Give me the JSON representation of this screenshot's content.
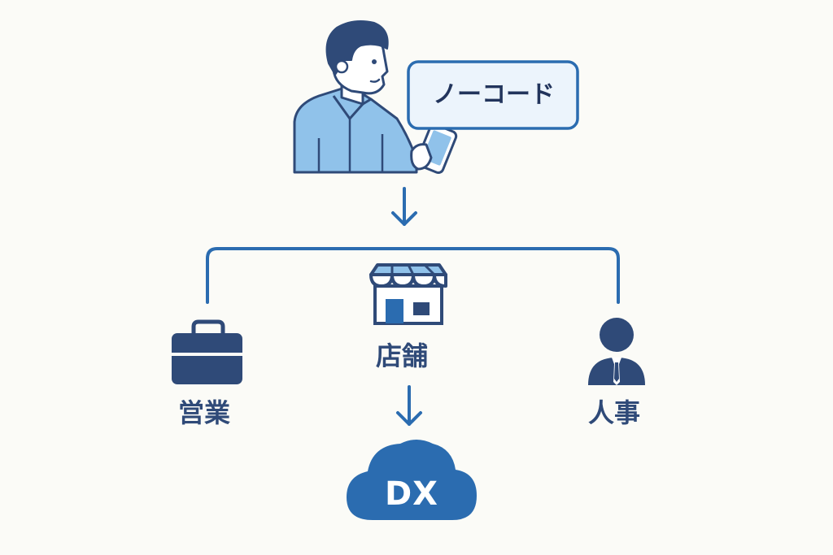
{
  "colors": {
    "background": "#fbfbf7",
    "line": "#2b6cb0",
    "navy": "#2f4a78",
    "shirt": "#90c2ea",
    "cloud": "#2b6cb0",
    "bubble_fill": "#ecf4fc"
  },
  "person": {
    "icon": "person-with-phone-icon",
    "bubble_text": "ノーコード"
  },
  "departments": [
    {
      "icon": "briefcase-icon",
      "label": "営業"
    },
    {
      "icon": "storefront-icon",
      "label": "店舗"
    },
    {
      "icon": "employee-icon",
      "label": "人事"
    }
  ],
  "result": {
    "icon": "cloud-icon",
    "label": "DX"
  }
}
